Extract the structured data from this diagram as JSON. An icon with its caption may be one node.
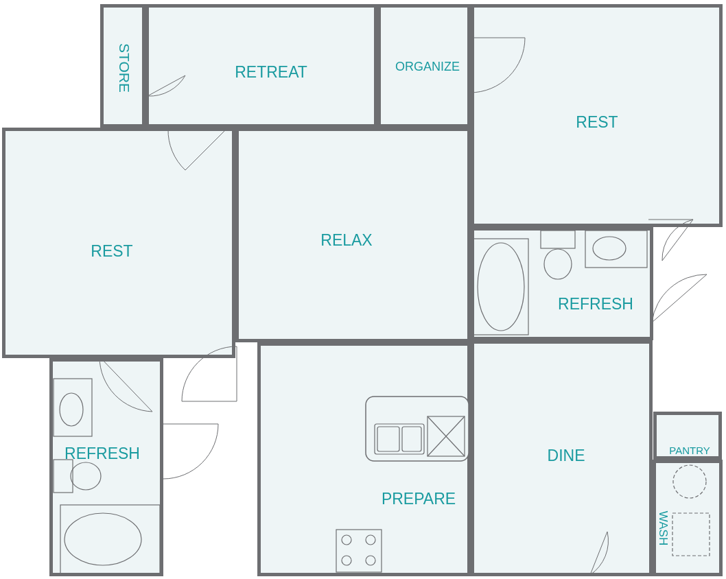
{
  "diagram": {
    "nodes": [
      {
        "text": [
          "STORE"
        ]
      },
      {
        "text": [
          "RETREAT"
        ]
      },
      {
        "text": [
          "ORGANIZE"
        ]
      },
      {
        "text": [
          "REST"
        ]
      },
      {
        "text": [
          "RELAX"
        ]
      },
      {
        "text": [
          "REST"
        ]
      },
      {
        "text": [
          "REFRESH"
        ]
      },
      {
        "text": [
          "PANTRY"
        ]
      },
      {
        "text": [
          "REFRESH"
        ]
      },
      {
        "text": [
          "DINE"
        ]
      },
      {
        "text": [
          "PREPARE"
        ]
      },
      {
        "text": [
          "WASH"
        ]
      }
    ]
  }
}
